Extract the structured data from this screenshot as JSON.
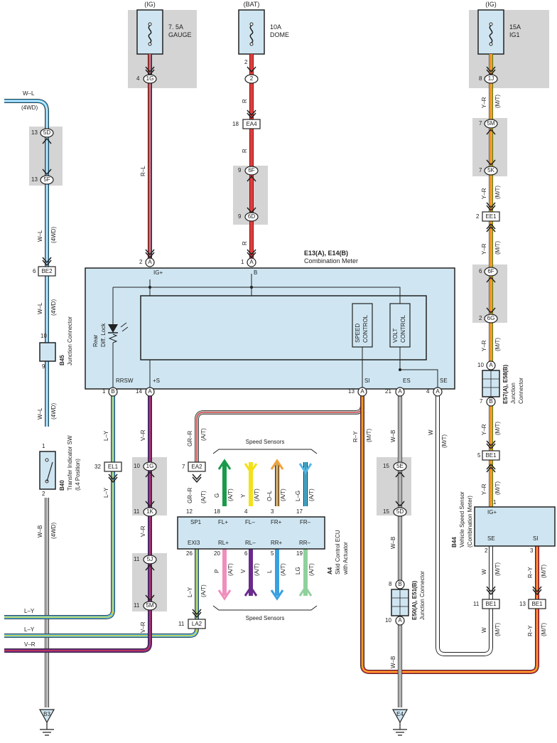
{
  "colors": {
    "background": "#ffffff",
    "ecu_fill": "#cfe6f2",
    "shade": "#d4d4d4",
    "red": "#e63b3b",
    "blue": "#55b7e8",
    "yellow": "#f3e01a",
    "orange": "#f2a23a",
    "violet": "#6a2a8c",
    "pink": "#ef8fbd",
    "green": "#1a9a4a",
    "light_green": "#8fd19c",
    "black": "#222222",
    "white": "#ffffff"
  },
  "fuses": {
    "ig1": {
      "src": "(IG)",
      "amp": "7. 5A",
      "name": "GAUGE"
    },
    "bat": {
      "src": "(BAT)",
      "amp": "10A",
      "name": "DOME"
    },
    "ig2": {
      "src": "(IG)",
      "amp": "15A",
      "name": "IG1"
    }
  },
  "meter": {
    "title": "E13(A), E14(B)",
    "subtitle": "Combination Meter",
    "ig": "IG+",
    "b": "B",
    "rrsw": "RRSW",
    "s": "+S",
    "si": "SI",
    "es": "ES",
    "se": "SE",
    "rear_line1": "Rear",
    "rear_line2": "Diff.  Lock",
    "speed_line1": "SPEED",
    "speed_line2": "CONTROL",
    "volt_line1": "VOLT",
    "volt_line2": "CONTROL"
  },
  "skid": {
    "code": "A4",
    "name_line1": "Skid Control ECU",
    "name_line2": "with Actuator",
    "sp1": "SP1",
    "flp": "FL+",
    "flm": "FL–",
    "frp": "FR+",
    "frm": "FR–",
    "exi3": "EXI3",
    "rlp": "RL+",
    "rlm": "RL–",
    "rrp": "RR+",
    "rrm": "RR–",
    "speed_sensors": "Speed Sensors"
  },
  "vss": {
    "code": "B44",
    "name_line1": "Vehicle Speed Sensor",
    "name_line2": "(Combination Meter)",
    "ig": "IG+",
    "se": "SE",
    "si": "SI"
  },
  "b40": {
    "code": "B40",
    "name_line1": "Transfer Indicator SW",
    "name_line2": "(L4 Position)"
  },
  "b45": {
    "code": "B45",
    "name": "Junction Connector"
  },
  "e57": {
    "code": "E57(A),  E58(B)",
    "name_line1": "Junction",
    "name_line2": "Connector"
  },
  "e50": {
    "code": "E50(A),  E51(B)",
    "name": "Junction Connector"
  },
  "grounds": {
    "b3": "B3",
    "e4": "E4"
  },
  "connectors": {
    "c1g": "1G",
    "c2": "2",
    "ea4": "EA4",
    "c6f": "6F",
    "c6d": "6D",
    "c1j": "1J",
    "c5m": "5M",
    "c5k": "5K",
    "ee1": "EE1",
    "c6f2": "6F",
    "c6g": "6G",
    "be1": "BE1",
    "c5d": "5D",
    "c5f": "5F",
    "be2": "BE2",
    "el1": "EL1",
    "c1g2": "1G",
    "c1k": "1K",
    "c5j": "5J",
    "c5m2": "5M",
    "ea2": "EA2",
    "la2": "LA2",
    "c5e": "5E",
    "c5d2": "5D",
    "be1b": "BE1",
    "be1c": "BE1",
    "pinA": "A",
    "pinB": "B"
  },
  "pins": {
    "n1": "1",
    "n2": "2",
    "n3": "3",
    "n4": "4",
    "n5": "5",
    "n6": "6",
    "n7": "7",
    "n8": "8",
    "n9": "9",
    "n10": "10",
    "n11": "11",
    "n12": "12",
    "n13": "13",
    "n14": "14",
    "n15": "15",
    "n17": "17",
    "n18": "18",
    "n19": "19",
    "n20": "20",
    "n21": "21",
    "n26": "26",
    "n32": "32"
  },
  "wires": {
    "wl": "W–L",
    "wb": "W–B",
    "rl": "R–L",
    "r": "R",
    "yr": "Y–R",
    "ly": "L–Y",
    "vr": "V–R",
    "grr": "GR–R",
    "ry": "R–Y",
    "w": "W",
    "g": "G",
    "y": "Y",
    "ol": "O–L",
    "lg": "L–G",
    "p": "P",
    "v": "V",
    "l": "L",
    "lgg": "LG",
    "wd": "(4WD)",
    "mt": "(M/T)",
    "at": "(A/T)"
  }
}
